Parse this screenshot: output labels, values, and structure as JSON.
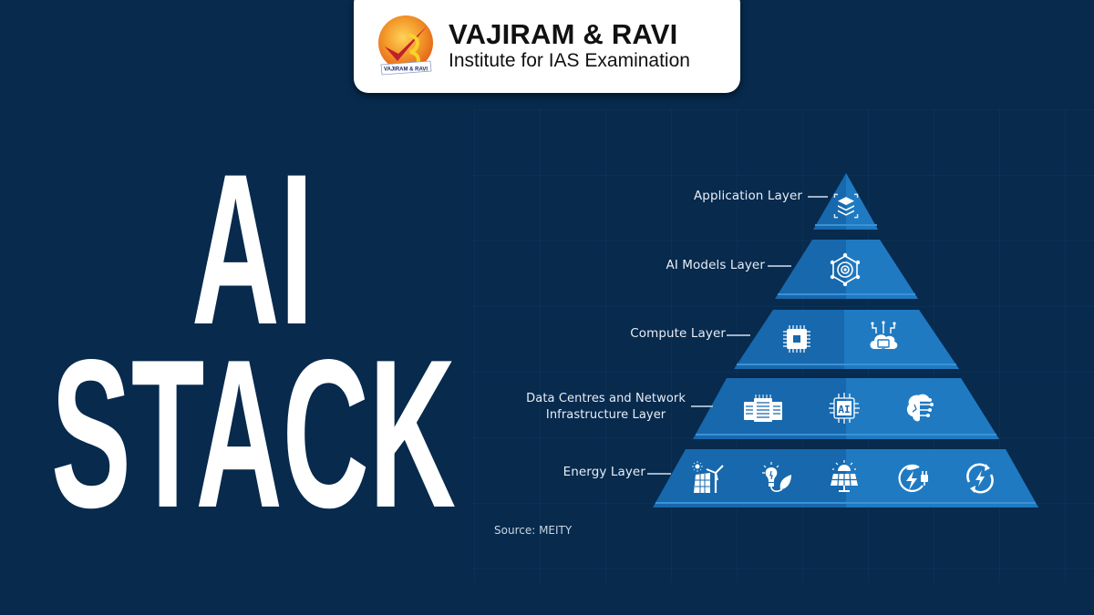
{
  "brand": {
    "name": "VAJIRAM & RAVI",
    "tagline": "Institute for IAS Examination",
    "logo_banner_text": "VAJIRAM & RAVI",
    "logo_icon": "checkmark-r-logo",
    "colors": {
      "logo_orange": "#f0801e",
      "logo_red": "#c0202a",
      "logo_yellow": "#f8d12a"
    }
  },
  "title": {
    "line1": "AI",
    "line2": "STACK"
  },
  "pyramid": {
    "layers": [
      {
        "label": "Application Layer",
        "icons": [
          "stacked-layers-icon"
        ]
      },
      {
        "label": "AI Models Layer",
        "icons": [
          "neural-network-hexagon-icon"
        ]
      },
      {
        "label": "Compute Layer",
        "icons": [
          "cpu-chip-icon",
          "cloud-computer-icon"
        ]
      },
      {
        "label_line1": "Data Centres and Network",
        "label_line2": "Infrastructure Layer",
        "icons": [
          "server-rack-icon",
          "ai-chip-icon",
          "brain-circuit-icon"
        ]
      },
      {
        "label": "Energy Layer",
        "icons": [
          "solar-wind-icon",
          "eco-bulb-icon",
          "solar-panel-icon",
          "green-power-plug-icon",
          "renewable-bolt-icon"
        ]
      }
    ],
    "colors": {
      "band_light": "#1f7ac2",
      "band_dark": "#1768ad",
      "background": "#072a4d"
    }
  },
  "source": "Source: MEITY"
}
